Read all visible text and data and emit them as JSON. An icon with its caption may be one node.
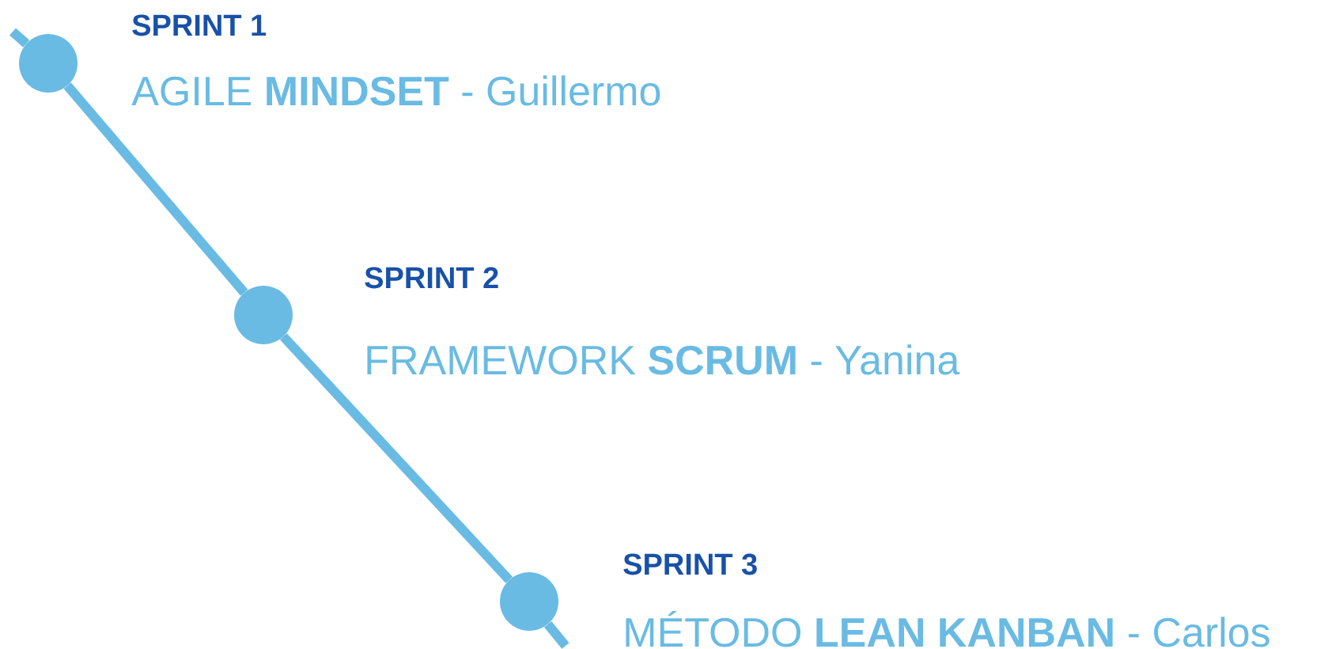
{
  "diagram": {
    "nodes": [
      {
        "text": [],
        "shape": "circle",
        "beside": [
          "SPRINT 1",
          "AGILE **MINDSET** - Guillermo"
        ]
      },
      {
        "text": [],
        "shape": "circle",
        "beside": [
          "SPRINT 2",
          "FRAMEWORK **SCRUM** - Yanina"
        ]
      },
      {
        "text": [],
        "shape": "circle",
        "beside": [
          "SPRINT 3",
          "MÉTODO **LEAN KANBAN** - Carlos"
        ]
      }
    ],
    "edges": [
      {
        "from": null,
        "to": 0,
        "arrow": "none"
      },
      {
        "from": 0,
        "to": 1,
        "arrow": "none"
      },
      {
        "from": 1,
        "to": 2,
        "arrow": "none"
      },
      {
        "from": 2,
        "to": null,
        "arrow": "none"
      }
    ]
  }
}
